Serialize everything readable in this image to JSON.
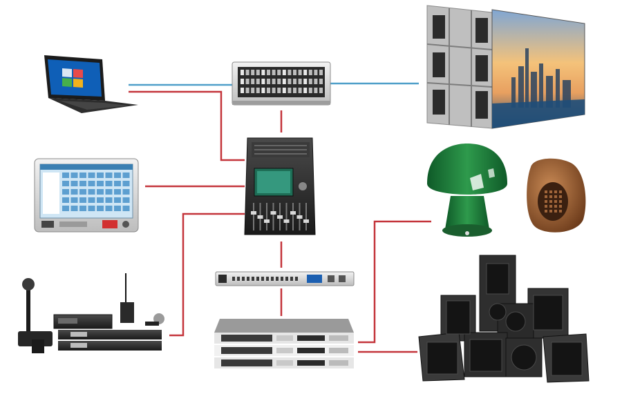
{
  "colors": {
    "background": "#ffffff",
    "link_blue": "#4f9fc9",
    "link_red": "#c4343a",
    "device_dark": "#2b2b2b",
    "device_silver": "#d8d8d8",
    "speaker_green": "#1f7a3a",
    "rock_speaker": "#9b5a2e",
    "screen_sky": "#f4c27a"
  },
  "devices": [
    {
      "id": "laptop",
      "icon": "laptop-icon"
    },
    {
      "id": "video-matrix",
      "icon": "video-matrix-switcher-icon"
    },
    {
      "id": "led-wall",
      "icon": "led-video-wall-icon"
    },
    {
      "id": "broadcast-console",
      "icon": "broadcast-control-console-icon"
    },
    {
      "id": "digital-mixer",
      "icon": "digital-audio-mixer-icon"
    },
    {
      "id": "garden-speaker",
      "icon": "mushroom-garden-speaker-icon"
    },
    {
      "id": "rock-speaker",
      "icon": "rock-speaker-icon"
    },
    {
      "id": "wireless-mics",
      "icon": "wireless-microphone-system-icon"
    },
    {
      "id": "audio-processor",
      "icon": "audio-processor-icon"
    },
    {
      "id": "power-amplifiers",
      "icon": "power-amplifier-stack-icon"
    },
    {
      "id": "loudspeaker-cluster",
      "icon": "loudspeaker-cluster-icon"
    }
  ],
  "connections": [
    {
      "from": "laptop",
      "to": "video-matrix",
      "type": "video"
    },
    {
      "from": "video-matrix",
      "to": "led-wall",
      "type": "video"
    },
    {
      "from": "laptop",
      "to": "digital-mixer",
      "type": "audio"
    },
    {
      "from": "video-matrix",
      "to": "digital-mixer",
      "type": "audio"
    },
    {
      "from": "broadcast-console",
      "to": "digital-mixer",
      "type": "audio"
    },
    {
      "from": "wireless-mics",
      "to": "digital-mixer",
      "type": "audio"
    },
    {
      "from": "digital-mixer",
      "to": "audio-processor",
      "type": "audio"
    },
    {
      "from": "audio-processor",
      "to": "power-amplifiers",
      "type": "audio"
    },
    {
      "from": "power-amplifiers",
      "to": "garden-speaker",
      "type": "audio"
    },
    {
      "from": "power-amplifiers",
      "to": "loudspeaker-cluster",
      "type": "audio"
    }
  ]
}
